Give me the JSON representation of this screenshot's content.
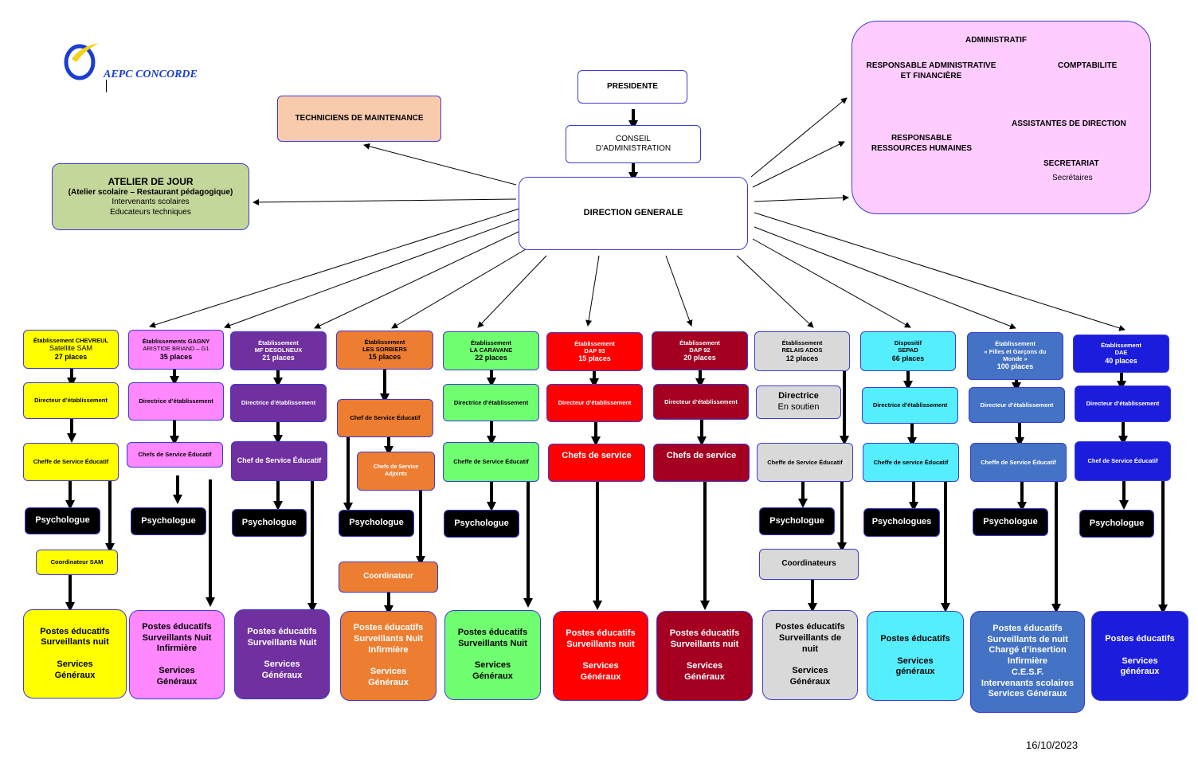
{
  "logo": {
    "text": "AEPC CONCORDE",
    "icon": "aepc-concorde-logo-icon",
    "colors": [
      "#1a3fd0",
      "#f2d21b"
    ]
  },
  "date": "16/10/2023",
  "president": "PRESIDENTE",
  "conseil": [
    "CONSEIL",
    "D’ADMINISTRATION"
  ],
  "direction": "DIRECTION GENERALE",
  "techniciens": "TECHNICIENS DE MAINTENANCE",
  "atelier": {
    "title": "ATELIER DE JOUR",
    "subtitle": "(Atelier scolaire – Restaurant pédagogique)",
    "line1": "Intervenants scolaires",
    "line2": "Educateurs techniques"
  },
  "admin": {
    "title": "ADMINISTRATIF",
    "raf1": "RESPONSABLE ADMINISTRATIVE",
    "raf2": "ET FINANCIÈRE",
    "compta": "COMPTABILITE",
    "rh1": "RESPONSABLE",
    "rh2": "RESSOURCES HUMAINES",
    "assist": "ASSISTANTES DE DIRECTION",
    "secr": "SECRETARIAT",
    "secr2": "Secrétaires"
  },
  "columns": [
    {
      "color": "#ffff00",
      "text_color": "#000000",
      "head": [
        "Établissement CHEVREUL",
        "Satellite SAM",
        "27 places"
      ],
      "director": "Directeur d’établissement",
      "chef": "Cheffe de Service Éducatif",
      "psy": "Psychologue",
      "coord": "Coordinateur SAM",
      "final": [
        "Postes éducatifs",
        "Surveillants nuit",
        "",
        "Services",
        "Généraux"
      ]
    },
    {
      "color": "#ff88ff",
      "text_color": "#000000",
      "head": [
        "Établissements GAGNY",
        "ARISTIDE BRIAND – G1",
        "35 places"
      ],
      "director": "Directrice d’établissement",
      "chef": "Chefs de Service Éducatif",
      "psy": "Psychologue",
      "final": [
        "Postes éducatifs",
        "Surveillants Nuit",
        "Infirmière",
        "",
        "Services",
        "Généraux"
      ]
    },
    {
      "color": "#7030a0",
      "text_color": "#ffffff",
      "head": [
        "Établissement",
        "MF DESOLNEUX",
        "21 places"
      ],
      "director": "Directrice d’établissement",
      "chef": "Chef de Service Éducatif",
      "psy": "Psychologue",
      "final": [
        "Postes éducatifs",
        "Surveillants Nuit",
        "",
        "Services",
        "Généraux"
      ]
    },
    {
      "color": "#ed7d31",
      "text_color": "#000000",
      "head": [
        "Établissement",
        "LES SORBIERS",
        "15 places"
      ],
      "chef": "Chef de Service Éducatif",
      "adjoint": [
        "Chefs de Service",
        "Adjoints"
      ],
      "psy": "Psychologue",
      "coord": "Coordinateur",
      "final": [
        "Postes éducatifs",
        "Surveillants Nuit",
        "Infirmière",
        "",
        "Services",
        "Généraux"
      ]
    },
    {
      "color": "#70ff70",
      "text_color": "#000000",
      "head": [
        "Établissement",
        "LA CARAVANE",
        "22 places"
      ],
      "director": "Directrice d’établissement",
      "chef": "Cheffe de Service Éducatif",
      "psy": "Psychologue",
      "final": [
        "Postes éducatifs",
        "Surveillants Nuit",
        "",
        "Services",
        "Généraux"
      ]
    },
    {
      "color": "#ff0000",
      "text_color": "#ffffff",
      "head": [
        "Établissement",
        "DAP  93",
        "15 places"
      ],
      "director": "Directeur d’établissement",
      "chef": "Chefs de service",
      "final": [
        "Postes éducatifs",
        "Surveillants nuit",
        "",
        "Services",
        "Généraux"
      ]
    },
    {
      "color": "#a50021",
      "text_color": "#ffffff",
      "head": [
        "Établissement",
        "DAP 92",
        "20 places"
      ],
      "director": "Directeur d’établissement",
      "chef": "Chefs de service",
      "final": [
        "Postes éducatifs",
        "Surveillants  nuit",
        "",
        "Services",
        "Généraux"
      ]
    },
    {
      "color": "#d9d9d9",
      "text_color": "#000000",
      "head": [
        "Établissement",
        "RELAIS ADOS",
        "12 places"
      ],
      "director": [
        "Directrice",
        "En soutien"
      ],
      "chef": "Cheffe de Service Éducatif",
      "psy": "Psychologue",
      "coord": "Coordinateurs",
      "final": [
        "Postes éducatifs",
        "Surveillants de",
        "nuit",
        "",
        "Services",
        "Généraux"
      ]
    },
    {
      "color": "#55eeff",
      "text_color": "#000000",
      "head": [
        "Dispositif",
        "SEPAD",
        "66 places"
      ],
      "director": "Directrice d’établissement",
      "chef": "Cheffe de service Éducatif",
      "psy": "Psychologues",
      "final": [
        "Postes éducatifs",
        "",
        "Services",
        "généraux"
      ]
    },
    {
      "color": "#4472c4",
      "text_color": "#ffffff",
      "head": [
        "Établissement",
        "« Filles et Garçons du",
        "Monde »",
        "100 places"
      ],
      "director": "Directeur d’établissement",
      "chef": "Cheffe de Service Éducatif",
      "psy": "Psychologue",
      "final": [
        "Postes éducatifs",
        "Surveillants de nuit",
        "Chargé d’insertion",
        "Infirmière",
        "C.E.S.F.",
        "Intervenants scolaires",
        "Services Généraux"
      ]
    },
    {
      "color": "#1c1cdc",
      "text_color": "#ffffff",
      "head": [
        "Établissement",
        "DAE",
        "40 places"
      ],
      "director": "Directeur d’établissement",
      "chef": "Chef de Service Éducatif",
      "psy": "Psychologue",
      "final": [
        "Postes éducatifs",
        "",
        "Services",
        "généraux"
      ]
    }
  ]
}
